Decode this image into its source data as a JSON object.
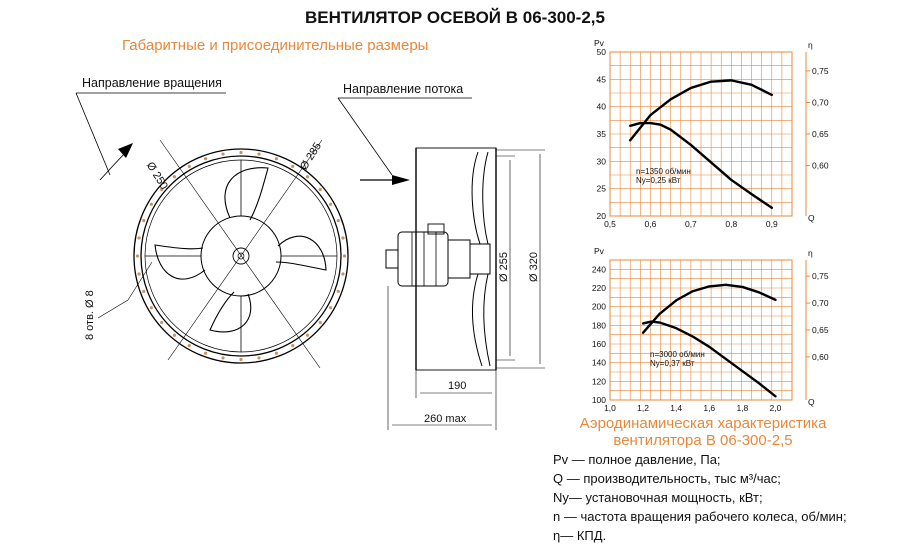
{
  "title": "ВЕНТИЛЯТОР ОСЕВОЙ В 06-300-2,5",
  "subtitle": "Габаритные и присоединительные размеры",
  "drawing": {
    "rotation_label": "Направление вращения",
    "flow_label": "Направление потока",
    "dim_250": "Ø 250",
    "dim_285": "Ø 285",
    "holes": "8 отв. Ø 8",
    "dim_255": "Ø 255",
    "dim_320": "Ø 320",
    "dim_190": "190",
    "dim_260": "260 max"
  },
  "chart_data": [
    {
      "type": "line",
      "x_axis_label": "Q",
      "y_axis_label": "Pv",
      "y2_axis_label": "η",
      "x_ticks": [
        "0,5",
        "0,6",
        "0,7",
        "0,8",
        "0,9"
      ],
      "y_ticks": [
        "20",
        "25",
        "30",
        "35",
        "40",
        "45",
        "50"
      ],
      "y2_ticks": [
        "0,75",
        "0,70",
        "0,65",
        "0,60"
      ],
      "xlim": [
        0.5,
        0.95
      ],
      "ylim": [
        20,
        50
      ],
      "y2lim": [
        0.6,
        0.75
      ],
      "annotation": [
        "n=1350 об/мин",
        "Ny=0,25 кВт"
      ],
      "series": [
        {
          "axis": "eta",
          "x": [
            0.55,
            0.6,
            0.65,
            0.7,
            0.75,
            0.8,
            0.85,
            0.9
          ],
          "y": [
            0.64,
            0.68,
            0.705,
            0.723,
            0.733,
            0.735,
            0.728,
            0.712
          ]
        },
        {
          "axis": "pv",
          "x": [
            0.55,
            0.575,
            0.6,
            0.625,
            0.65,
            0.7,
            0.75,
            0.8,
            0.85,
            0.9
          ],
          "y": [
            36.5,
            37.0,
            37.0,
            36.7,
            35.8,
            33.0,
            29.8,
            26.6,
            24.0,
            21.5
          ]
        }
      ]
    },
    {
      "type": "line",
      "x_axis_label": "Q",
      "y_axis_label": "Pv",
      "y2_axis_label": "η",
      "x_ticks": [
        "1,0",
        "1,2",
        "1,4",
        "1,6",
        "1,8",
        "2,0"
      ],
      "y_ticks": [
        "100",
        "120",
        "140",
        "160",
        "180",
        "200",
        "220",
        "240"
      ],
      "y2_ticks": [
        "0,75",
        "0,70",
        "0,65",
        "0,60"
      ],
      "xlim": [
        1.0,
        2.1
      ],
      "ylim": [
        100,
        250
      ],
      "y2lim": [
        0.6,
        0.75
      ],
      "annotation": [
        "n=3000 об/мин",
        "Ny=0,37 кВт"
      ],
      "series": [
        {
          "axis": "eta",
          "x": [
            1.2,
            1.3,
            1.4,
            1.5,
            1.6,
            1.7,
            1.8,
            1.9,
            2.0
          ],
          "y": [
            0.645,
            0.68,
            0.705,
            0.722,
            0.731,
            0.734,
            0.73,
            0.72,
            0.706
          ]
        },
        {
          "axis": "pv",
          "x": [
            1.2,
            1.25,
            1.3,
            1.4,
            1.5,
            1.6,
            1.7,
            1.8,
            1.9,
            2.0
          ],
          "y": [
            182,
            184,
            183,
            177,
            168,
            157,
            144,
            131,
            118,
            104
          ]
        }
      ]
    }
  ],
  "aero_title": [
    "Аэродинамическая характеристика",
    "вентилятора  В 06-300-2,5"
  ],
  "legend": [
    "Pv — полное давление, Па;",
    "Q  — производительность, тыс м³/час;",
    "Ny— установочная мощность, кВт;",
    "n  — частота вращения рабочего колеса,  об/мин;",
    "η— КПД."
  ],
  "colors": {
    "grid": "#e8883a",
    "line": "#000000",
    "accent": "#e8883a"
  }
}
